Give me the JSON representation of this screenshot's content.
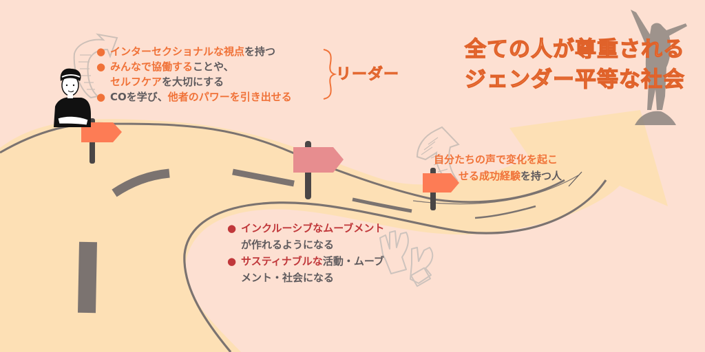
{
  "title": {
    "line1": "全ての人が尊重される",
    "line2": "ジェンダー平等な社会"
  },
  "leader_group": {
    "bracket_label": "リーダー",
    "items": [
      {
        "parts": [
          {
            "text": "インターセクショナルな視点",
            "color": "orange"
          },
          {
            "text": "を持つ",
            "color": "gray"
          }
        ]
      },
      {
        "parts": [
          {
            "text": "みんなで協働する",
            "color": "orange"
          },
          {
            "text": "ことや、",
            "color": "gray"
          }
        ],
        "cont": [
          {
            "text": "セルフケア",
            "color": "orange"
          },
          {
            "text": "を大切にする",
            "color": "gray"
          }
        ]
      },
      {
        "parts": [
          {
            "text": "COを学び、",
            "color": "gray"
          },
          {
            "text": "他者のパワーを引き出せる",
            "color": "orange"
          }
        ]
      }
    ]
  },
  "change_group": {
    "line1": "自分たちの声で変化を起こ",
    "line2_orange": "せる成功経験",
    "line2_gray": "を持つ人"
  },
  "movement_group": {
    "items": [
      {
        "first_red": "インクルーシブなムーブメント",
        "first_gray": "",
        "cont": "が作れるようになる"
      },
      {
        "first_red": "サスティナブルな",
        "first_gray": "活動・ムーブ",
        "cont": "メント・社会になる"
      }
    ]
  },
  "signs": [
    {
      "name": "sign-1",
      "color": "#fd7c55"
    },
    {
      "name": "sign-2",
      "color": "#e78d8f"
    },
    {
      "name": "sign-3",
      "color": "#fd7c55"
    }
  ],
  "colors": {
    "background": "#fde0d2",
    "road": "#fde0b5",
    "road_line": "#7b7370",
    "accent_orange": "#f07238",
    "accent_red": "#c0373a",
    "text_gray": "#5e5a5d",
    "silhouette": "#8d8580"
  },
  "icons": {
    "person": "person-arms-crossed-icon",
    "arrow_up_left": "curved-arrow-up-icon",
    "arrow_up_right": "curved-arrow-up-icon",
    "hands": "high-five-hands-icon",
    "silhouette": "celebrating-person-silhouette-icon"
  }
}
